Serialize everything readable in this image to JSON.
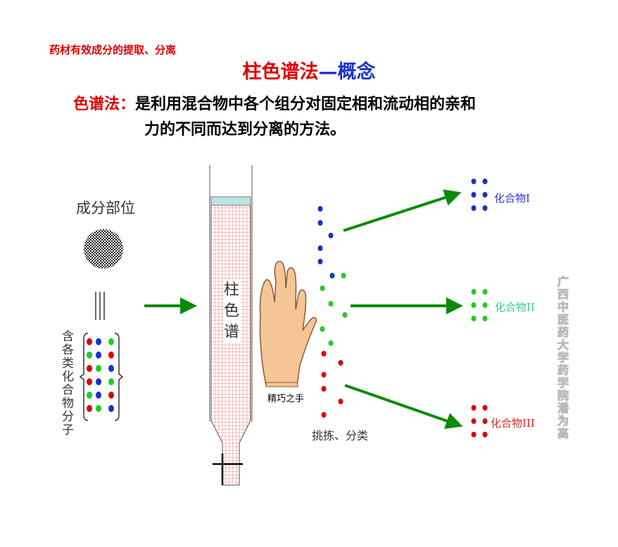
{
  "section_title": "药材有效成分的提取、分离",
  "title": {
    "main": "柱色谱法",
    "dash": "—概念"
  },
  "definition": {
    "term": "色谱法：",
    "line1": "是利用混合物中各个组分对固定相和流动相的亲和",
    "line2": "力的不同而达到分离的方法。"
  },
  "diagram": {
    "part_label": "成分部位",
    "mixture_label": "含各类化合物分子",
    "column_label": "柱色谱",
    "hand_label": "精巧之手",
    "sort_label": "挑拣、分类",
    "compounds": [
      "化合物I",
      "化合物II",
      "化合物III"
    ]
  },
  "watermark": "广西中医药大学 药学院 潘为高",
  "colors": {
    "red": "#e00000",
    "blue": "#1a33cc",
    "green": "#0b8a0b"
  }
}
